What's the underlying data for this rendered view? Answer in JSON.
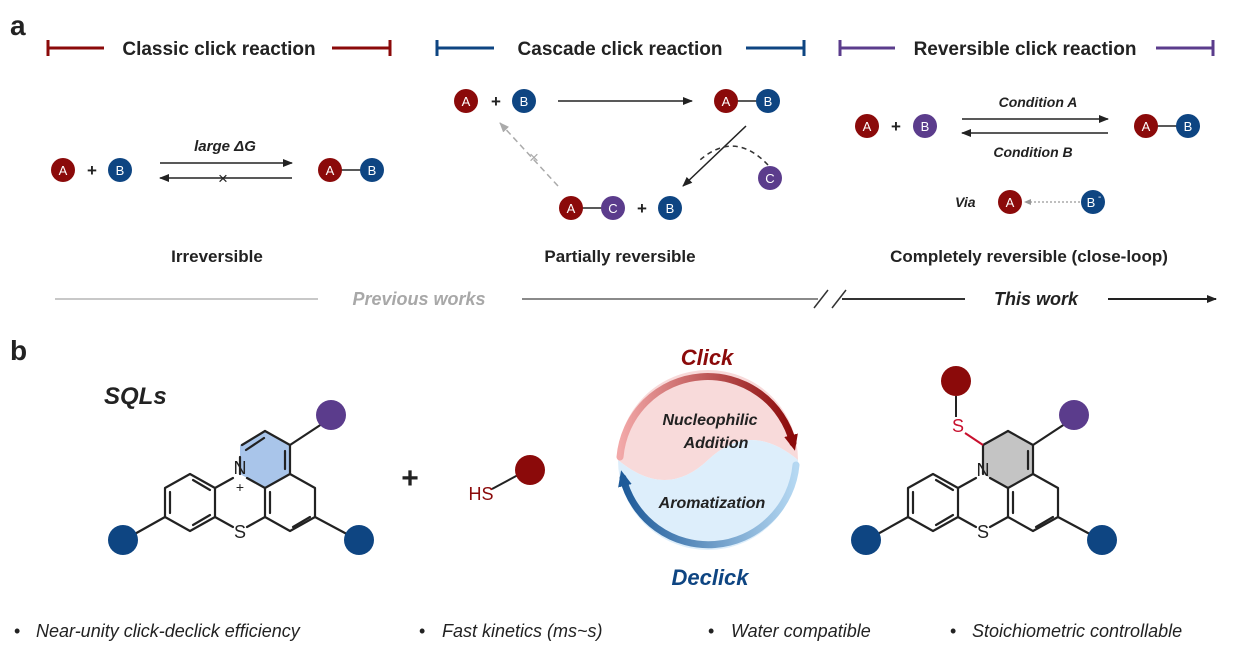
{
  "panel_a": {
    "label": "a",
    "headers": [
      "Classic click reaction",
      "Cascade click reaction",
      "Reversible click reaction"
    ],
    "classic": {
      "node_a": "A",
      "plus": "+",
      "node_b": "B",
      "arrow_label": "large ΔG",
      "blocked_mark": "×",
      "product_a": "A",
      "product_b": "B",
      "caption": "Irreversible"
    },
    "cascade": {
      "node_a": "A",
      "plus1": "+",
      "node_b": "B",
      "product_a": "A",
      "product_b": "B",
      "node_c": "C",
      "complex_a": "A",
      "complex_c": "C",
      "plus2": "+",
      "free_b": "B",
      "blocked_mark": "×",
      "caption": "Partially reversible"
    },
    "reversible": {
      "node_a": "A",
      "plus": "+",
      "node_b": "B",
      "condition_a": "Condition A",
      "condition_b": "Condition B",
      "product_a": "A",
      "product_b": "B",
      "via_label": "Via",
      "via_a": "A",
      "via_b": "B",
      "via_b_charge": "-",
      "caption": "Completely reversible (close-loop)"
    },
    "timeline": {
      "previous": "Previous works",
      "current": "This work"
    }
  },
  "panel_b": {
    "label": "b",
    "sqls_label": "SQLs",
    "nitrogen": "N",
    "charge": "+",
    "sulfur": "S",
    "plus": "+",
    "thiol": "HS",
    "cycle": {
      "click": "Click",
      "declick": "Declick",
      "top_line1": "Nucleophilic",
      "top_line2": "Addition",
      "bottom": "Aromatization"
    },
    "product_nitrogen": "N",
    "product_sulfur": "S",
    "product_thio_s": "S"
  },
  "features": [
    "Near-unity click-declick efficiency",
    "Fast kinetics (ms~s)",
    "Water compatible",
    "Stoichiometric controllable"
  ],
  "bullet": "•",
  "colors": {
    "red": "#8B0A0A",
    "blue": "#0E4582",
    "purple": "#5B3C8C",
    "ring_blue": "#A9C5EA",
    "ring_gray": "#C4C4C4",
    "pink": "#F8DADA",
    "lightblue": "#DDEEFB"
  }
}
